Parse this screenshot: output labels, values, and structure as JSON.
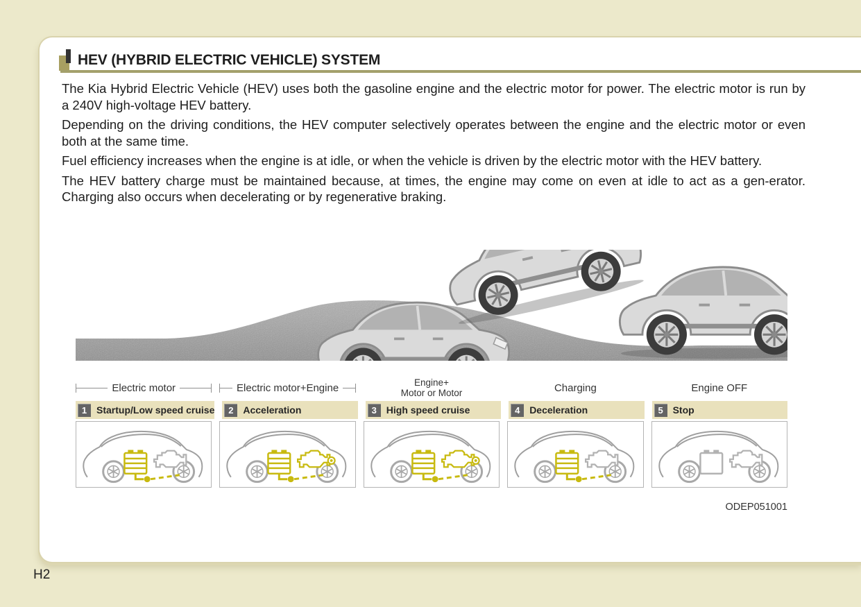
{
  "page": {
    "number_label": "H2",
    "figure_code": "ODEP051001"
  },
  "header": {
    "title": "HEV (HYBRID ELECTRIC VEHICLE) SYSTEM"
  },
  "paragraphs": [
    "The Kia Hybrid Electric Vehicle (HEV) uses both the gasoline engine and the electric motor for power. The electric motor is run by a 240V high-voltage HEV battery.",
    "Depending on the driving conditions, the HEV computer selectively operates between the engine and the electric motor or even both at the same time.",
    "Fuel efficiency increases when the engine is at idle, or when the vehicle is driven by the electric motor with the HEV battery.",
    "The HEV battery charge must be maintained because, at times, the engine may come on even at idle to act as a gen-erator. Charging also occurs when decelerating or by regenerative braking."
  ],
  "diagram": {
    "scene": {
      "vehicle_icon": "suv-side-view",
      "terrain": "hill",
      "vehicle_count": 5
    },
    "stages": [
      {
        "number": "1",
        "power_source": "Electric motor",
        "label": "Startup/Low speed cruise",
        "battery_state": "active",
        "engine_state": "off",
        "energy_flow": "battery-to-wheels"
      },
      {
        "number": "2",
        "power_source": "Electric motor+Engine",
        "label": "Acceleration",
        "battery_state": "active",
        "engine_state": "active",
        "energy_flow": "battery-and-engine-to-wheels"
      },
      {
        "number": "3",
        "power_source_line1": "Engine+",
        "power_source_line2": "Motor or Motor",
        "label": "High speed cruise",
        "battery_state": "active",
        "engine_state": "active",
        "energy_flow": "engine-and-motor-to-wheels"
      },
      {
        "number": "4",
        "power_source": "Charging",
        "label": "Deceleration",
        "battery_state": "active",
        "engine_state": "off",
        "energy_flow": "wheels-to-battery"
      },
      {
        "number": "5",
        "power_source": "Engine OFF",
        "label": "Stop",
        "battery_state": "off",
        "engine_state": "off",
        "energy_flow": "none"
      }
    ]
  },
  "colors": {
    "page_background": "#ece9cb",
    "accent_khaki": "#a3a06b",
    "bar_cream": "#e9e1bc",
    "active_yellow": "#c8ba10",
    "inactive_gray": "#b2b2b2",
    "badge_gray": "#646464"
  }
}
